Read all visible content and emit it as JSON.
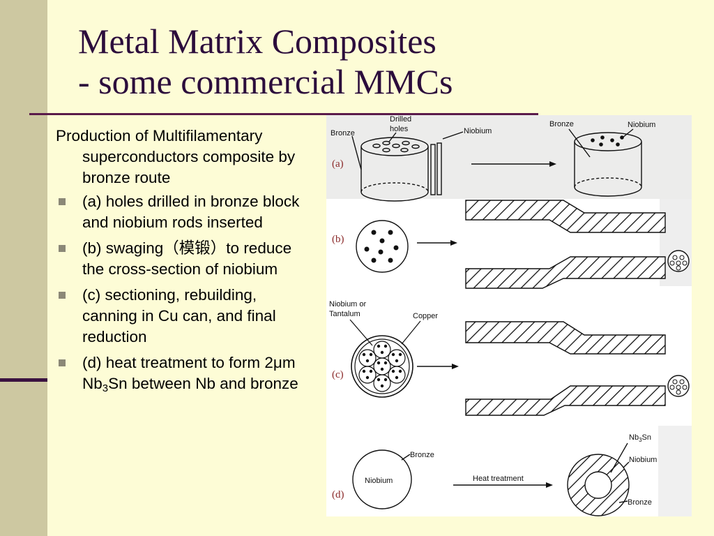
{
  "slide": {
    "title_line1": "Metal Matrix Composites",
    "title_line2": "- some commercial MMCs",
    "intro": "Production of Multifilamentary superconductors composite by bronze route",
    "bullets": [
      "(a) holes drilled in bronze block and niobium rods inserted",
      "(b) swaging（模锻）to reduce the cross-section of niobium",
      "(c) sectioning, rebuilding, canning in Cu can, and final reduction"
    ],
    "bullet_d": {
      "before": "(d) heat treatment to form 2",
      "mu": "μ",
      "mid": "m Nb",
      "sub": "3",
      "after": "Sn between Nb and bronze"
    }
  },
  "figure": {
    "a": {
      "tag": "(a)",
      "bronze": "Bronze",
      "drilled": "Drilled",
      "holes": "holes",
      "niobium": "Niobium",
      "bronze_right": "Bronze",
      "niobium_right": "Niobium"
    },
    "b": {
      "tag": "(b)"
    },
    "c": {
      "tag": "(c)",
      "niobium_or": "Niobium or",
      "tantalum": "Tantalum",
      "copper": "Copper"
    },
    "d": {
      "tag": "(d)",
      "bronze": "Bronze",
      "niobium": "Niobium",
      "heat": "Heat treatment",
      "nb3sn_main": "Nb",
      "nb3sn_sub": "3",
      "nb3sn_end": "Sn",
      "niobium_right": "Niobium",
      "bronze_right": "Bronze"
    }
  },
  "colors": {
    "background": "#fdfcd6",
    "sidebar": "#cdc8a1",
    "title": "#2c0d3c",
    "rule": "#5a1a4a",
    "bullet": "#8b8877"
  }
}
